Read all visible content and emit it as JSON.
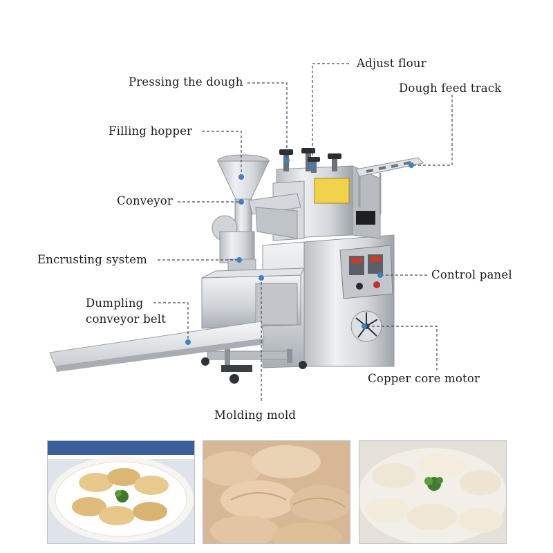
{
  "labels": {
    "adjust_flour": "Adjust flour",
    "pressing_the_dough": "Pressing the dough",
    "dough_feed_track": "Dough feed track",
    "filling_hopper": "Filling hopper",
    "conveyor": "Conveyor",
    "encrusting_system": "Encrusting system",
    "control_panel": "Control panel",
    "dumpling_conveyor_belt_line1": "Dumpling",
    "dumpling_conveyor_belt_line2": "conveyor belt",
    "copper_core_motor": "Copper core motor",
    "molding_mold": "Molding mold"
  },
  "colors": {
    "leader_line": "#3b4a5c",
    "marker_dot": "#3f7fc4",
    "steel_light": "#e8eaec",
    "steel_mid": "#c4c8cc",
    "steel_dark": "#8f959b",
    "photo_border": "#b9c3cc"
  },
  "photos": [
    {
      "subject": "plate-of-dumplings"
    },
    {
      "subject": "raw-dumplings-closeup"
    },
    {
      "subject": "boiled-dumplings-with-parsley"
    }
  ]
}
